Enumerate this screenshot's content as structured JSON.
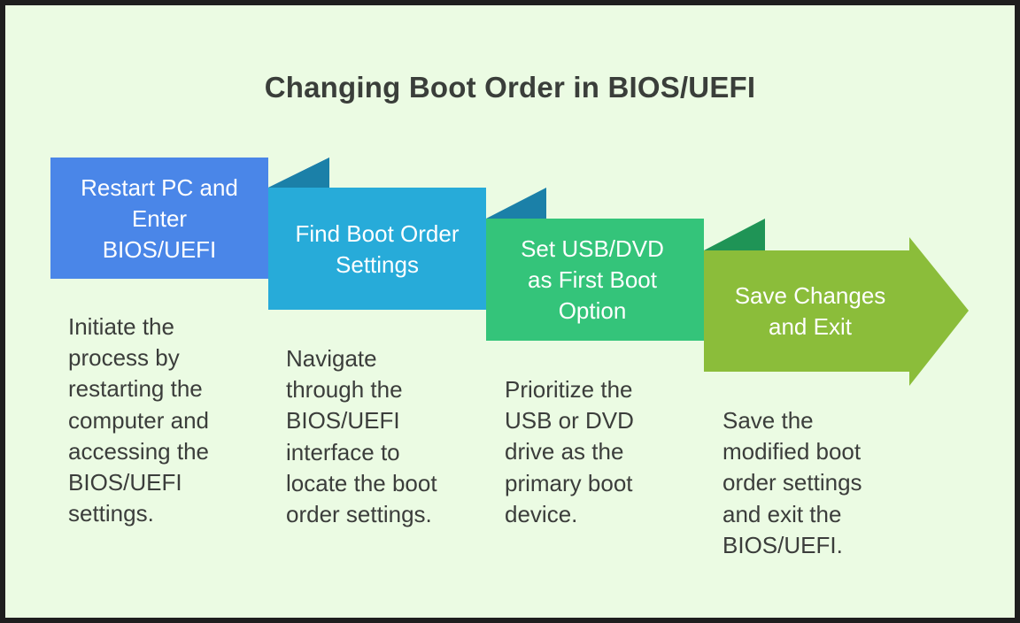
{
  "title": "Changing Boot Order in BIOS/UEFI",
  "colors": {
    "background": "#ebfbe3",
    "frame": "#1e1e1e",
    "step1": "#4a86e8",
    "step2": "#27abd9",
    "step3": "#34c47a",
    "step4": "#8bbd3a"
  },
  "steps": [
    {
      "label_lines": [
        "Restart PC and",
        "Enter",
        "BIOS/UEFI"
      ],
      "description_lines": [
        "Initiate the",
        "process by",
        "restarting the",
        "computer and",
        "accessing the",
        "BIOS/UEFI",
        "settings."
      ]
    },
    {
      "label_lines": [
        "Find Boot Order",
        "Settings"
      ],
      "description_lines": [
        "Navigate",
        "through the",
        "BIOS/UEFI",
        "interface to",
        "locate the boot",
        "order settings."
      ]
    },
    {
      "label_lines": [
        "Set USB/DVD",
        "as First Boot",
        "Option"
      ],
      "description_lines": [
        "Prioritize the",
        "USB or DVD",
        "drive as the",
        "primary boot",
        "device."
      ]
    },
    {
      "label_lines": [
        "Save Changes",
        "and Exit"
      ],
      "description_lines": [
        "Save the",
        "modified boot",
        "order settings",
        "and exit the",
        "BIOS/UEFI."
      ]
    }
  ]
}
